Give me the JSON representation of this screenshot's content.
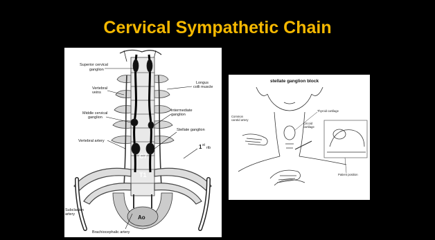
{
  "slide": {
    "title": "Cervical Sympathetic Chain",
    "title_color": "#f5b800",
    "background": "#000000"
  },
  "anatomy_figure": {
    "labels": {
      "superior_cervical_ganglion_1": "Superior cervical",
      "superior_cervical_ganglion_2": "ganglion",
      "vertebral_veins_1": "Vertebral",
      "vertebral_veins_2": "veins",
      "longus_colli_1": "Longus",
      "longus_colli_2": "colli muscle",
      "middle_cervical_ganglion_1": "Middle cervical",
      "middle_cervical_ganglion_2": "ganglion",
      "intermediate_ganglion_1": "Intermediate",
      "intermediate_ganglion_2": "ganglion",
      "vertebral_artery": "Vertebral artery",
      "stellate_ganglion": "Stellate ganglion",
      "c7": "C7",
      "t1": "T1",
      "first_rib_num": "1",
      "first_rib_sup": "st",
      "first_rib_word": "rib",
      "subclavian_artery_1": "Subclavian",
      "subclavian_artery_2": "artery",
      "aorta": "Ao",
      "brachiocephalic_artery": "Brachiocephalic artery"
    }
  },
  "block_figure": {
    "title": "stellate ganglion block",
    "labels": {
      "common_carotid_1": "Common",
      "common_carotid_2": "carotid artery",
      "thyroid_cartilage": "Thyroid cartilage",
      "cricoid_cartilage_1": "Cricoid",
      "cricoid_cartilage_2": "cartilage",
      "patient_position": "Patient position"
    }
  }
}
